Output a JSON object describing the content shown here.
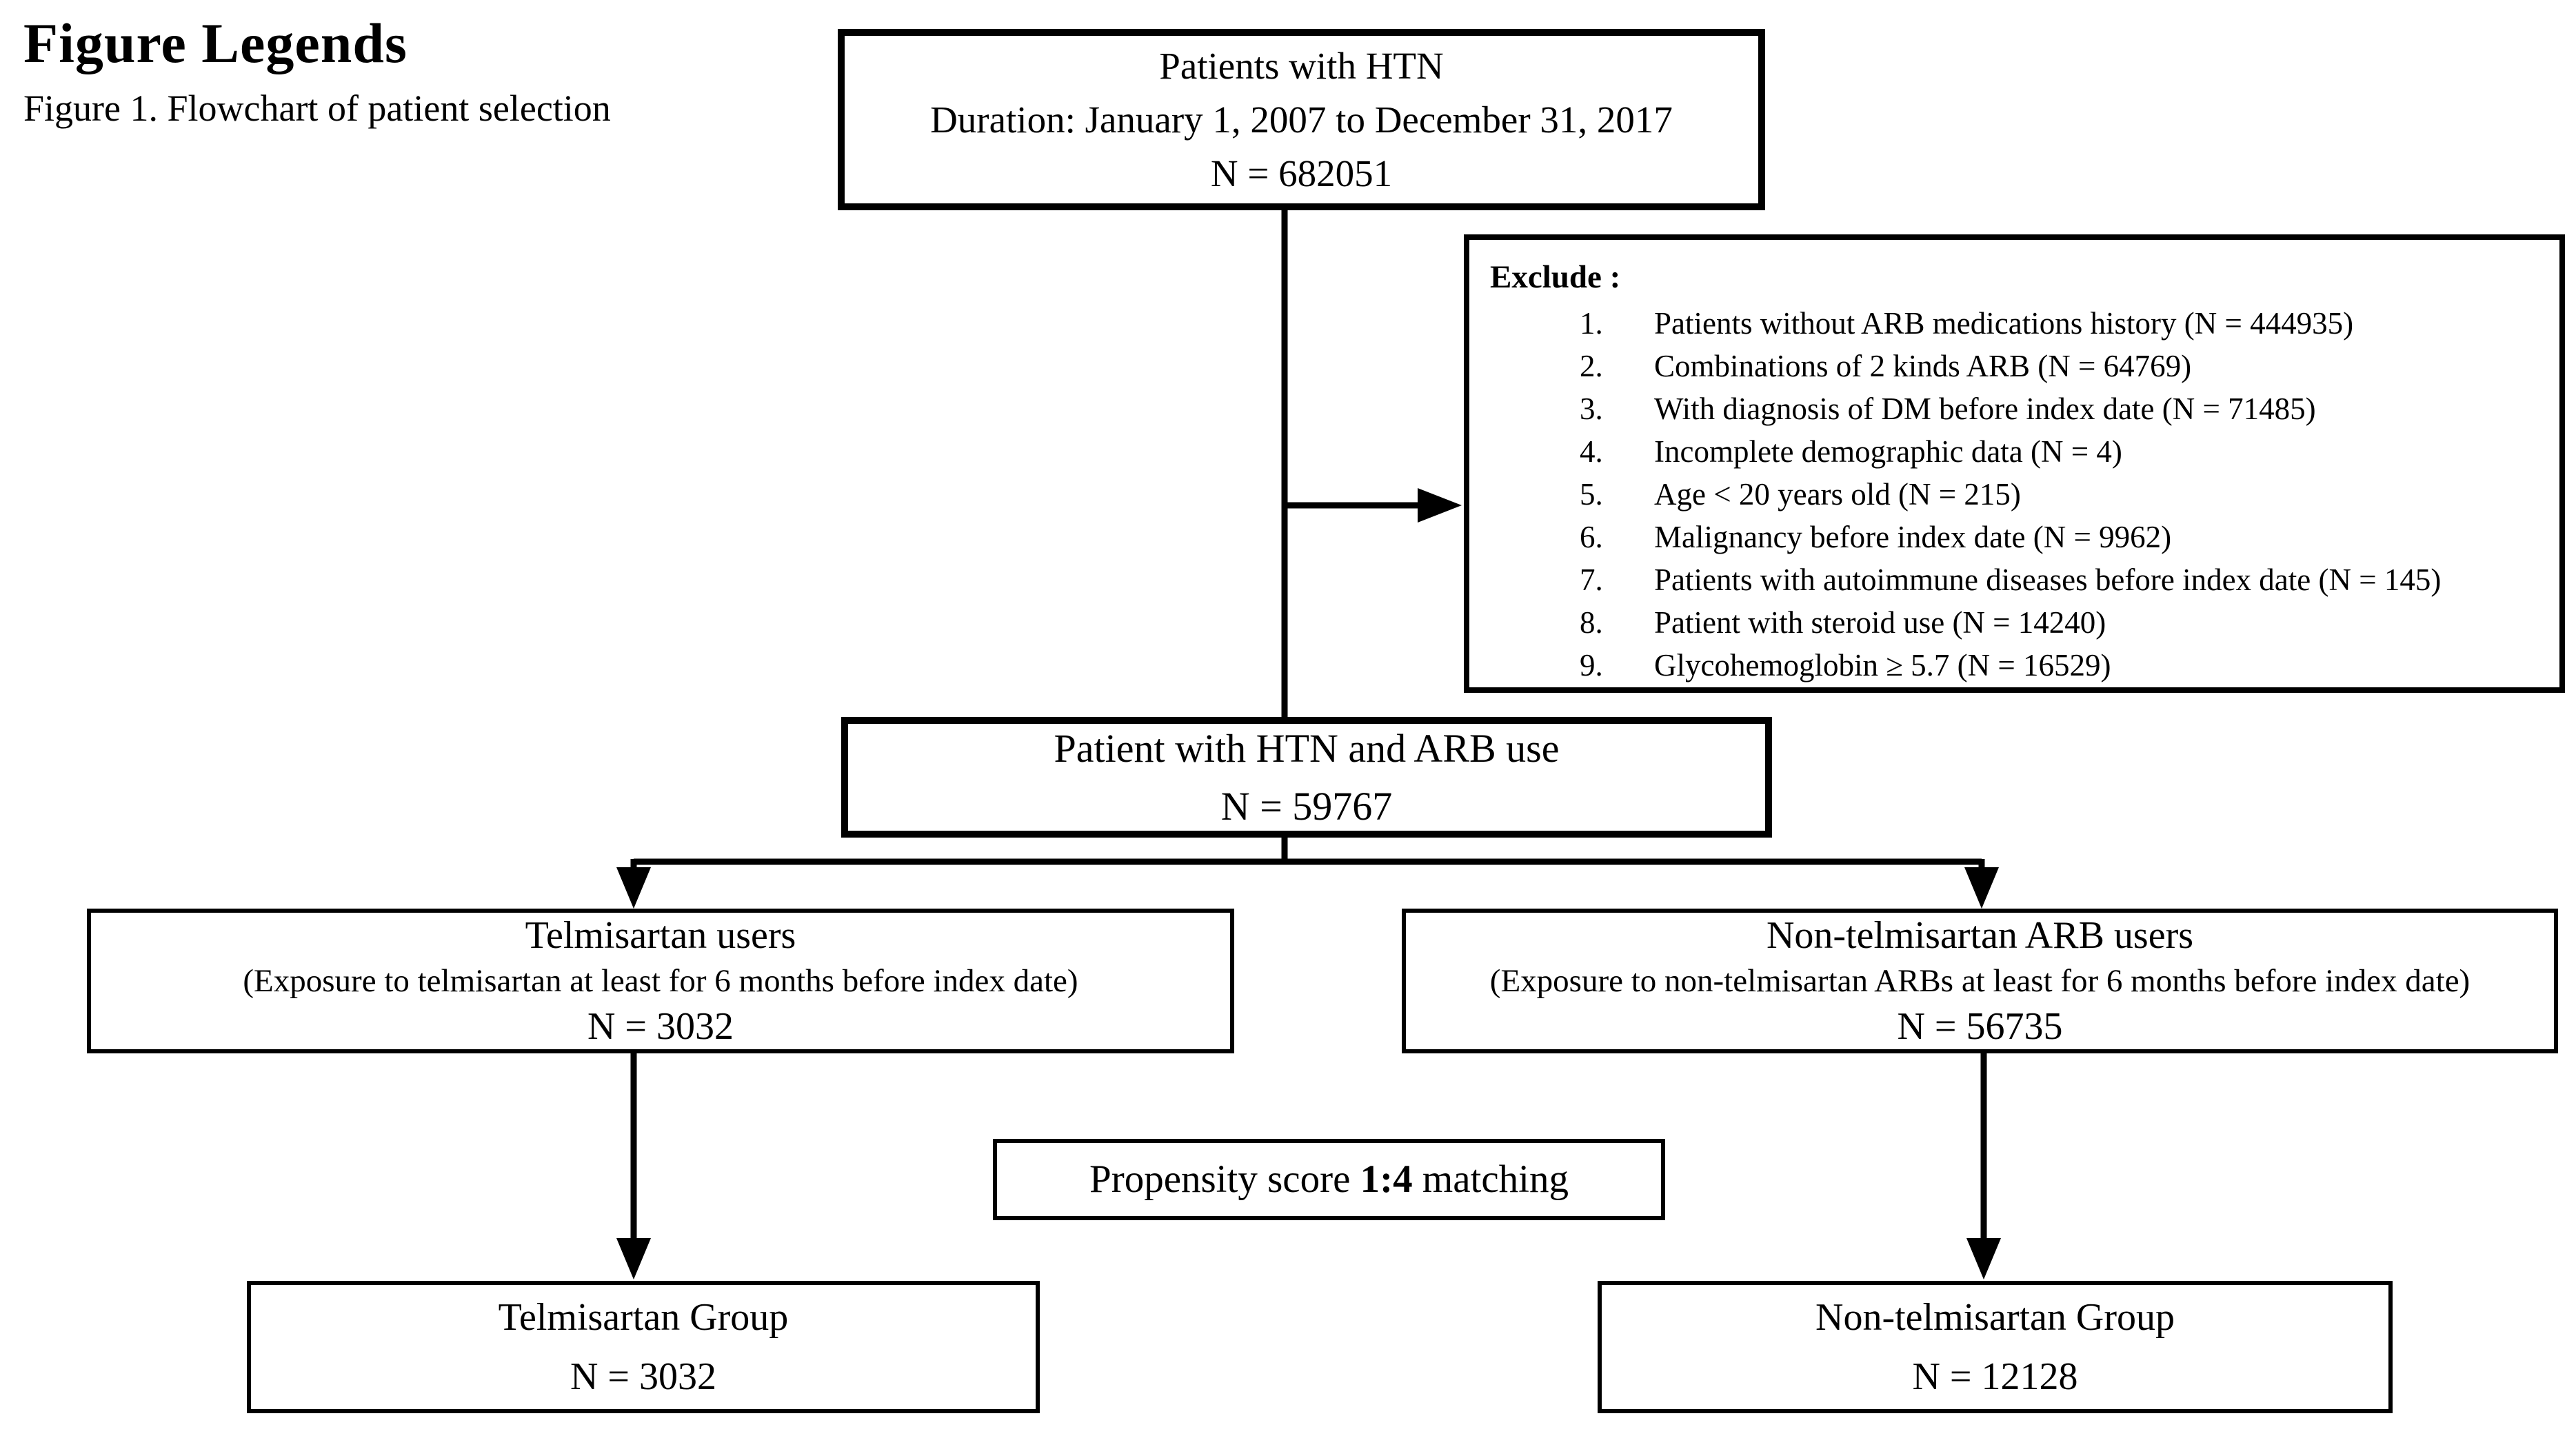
{
  "page": {
    "title": "Figure Legends",
    "caption": "Figure 1. Flowchart of patient selection"
  },
  "colors": {
    "line": "#000000",
    "text": "#000000",
    "background": "#ffffff"
  },
  "flowchart": {
    "top_box": {
      "line1": "Patients with HTN",
      "line2": "Duration: January 1, 2007 to December 31, 2017",
      "line3": "N = 682051"
    },
    "exclude_box": {
      "header": "Exclude :",
      "items": [
        {
          "num": "1.",
          "text": "Patients without ARB medications history (N = 444935)"
        },
        {
          "num": "2.",
          "text": "Combinations of 2 kinds ARB (N = 64769)"
        },
        {
          "num": "3.",
          "text": "With diagnosis of DM before index date (N = 71485)"
        },
        {
          "num": "4.",
          "text": "Incomplete demographic data (N = 4)"
        },
        {
          "num": "5.",
          "text": "Age < 20 years old (N = 215)"
        },
        {
          "num": "6.",
          "text": "Malignancy before index date (N = 9962)"
        },
        {
          "num": "7.",
          "text": "Patients with autoimmune diseases before index date (N = 145)"
        },
        {
          "num": "8.",
          "text": "Patient with steroid use (N = 14240)"
        },
        {
          "num": "9.",
          "text": "Glycohemoglobin ≥ 5.7 (N = 16529)"
        }
      ]
    },
    "middle_box": {
      "line1": "Patient with HTN and ARB use",
      "line2": "N = 59767"
    },
    "left_user_box": {
      "line1": "Telmisartan users",
      "line2": "(Exposure to telmisartan at least for 6 months before index date)",
      "line3": "N = 3032"
    },
    "right_user_box": {
      "line1": "Non-telmisartan ARB users",
      "line2": "(Exposure to non-telmisartan ARBs at least for 6 months before index date)",
      "line3": "N = 56735"
    },
    "matching_box": {
      "prefix": "Propensity score ",
      "ratio": "1:4",
      "suffix": " matching"
    },
    "left_group_box": {
      "line1": "Telmisartan Group",
      "line2": "N = 3032"
    },
    "right_group_box": {
      "line1": "Non-telmisartan Group",
      "line2": "N = 12128"
    }
  }
}
